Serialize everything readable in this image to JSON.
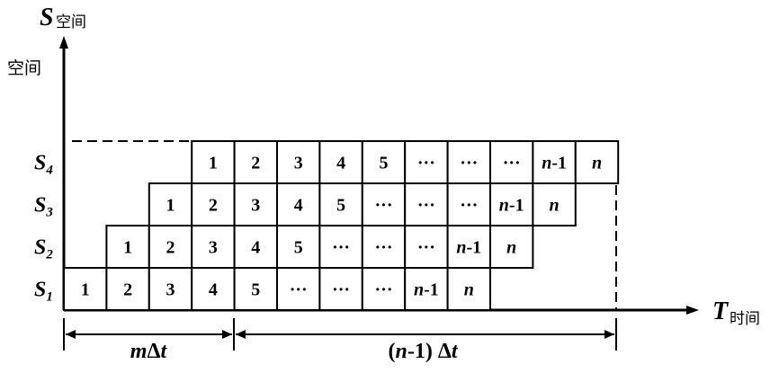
{
  "axes": {
    "y_title_main": "S",
    "y_title_sub": "空间",
    "y_side_label": "空间",
    "x_title_main": "T",
    "x_title_sub": "时间"
  },
  "stages": [
    {
      "main": "S",
      "sub": "1"
    },
    {
      "main": "S",
      "sub": "2"
    },
    {
      "main": "S",
      "sub": "3"
    },
    {
      "main": "S",
      "sub": "4"
    }
  ],
  "rows": [
    [
      "1",
      "2",
      "3",
      "4",
      "5",
      "···",
      "···",
      "···",
      "n-1",
      "n"
    ],
    [
      "1",
      "2",
      "3",
      "4",
      "5",
      "···",
      "···",
      "···",
      "n-1",
      "n"
    ],
    [
      "1",
      "2",
      "3",
      "4",
      "5",
      "···",
      "···",
      "···",
      "n-1",
      "n"
    ],
    [
      "1",
      "2",
      "3",
      "4",
      "5",
      "···",
      "···",
      "···",
      "n-1",
      "n"
    ]
  ],
  "dims": {
    "left": {
      "italic": "m",
      "rest": "Δ",
      "italic2": "t"
    },
    "right": {
      "pre": "(",
      "italic": "n",
      "mid": "-1) Δ",
      "italic2": "t"
    }
  }
}
